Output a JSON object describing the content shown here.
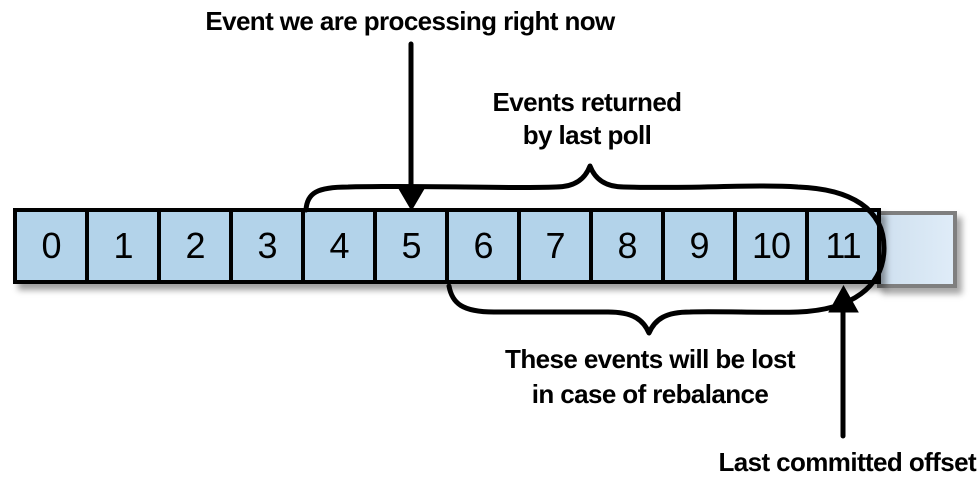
{
  "diagram": {
    "annotations": {
      "processing_event": "Event we are processing right now",
      "poll_events": [
        "Events returned",
        "by last poll"
      ],
      "lost_events": [
        "These events will be lost",
        "in case of rebalance"
      ],
      "last_committed": "Last committed offset"
    },
    "offsets": [
      "0",
      "1",
      "2",
      "3",
      "4",
      "5",
      "6",
      "7",
      "8",
      "9",
      "10",
      "11"
    ],
    "pointers": {
      "processing_arrow_target": "5",
      "committed_arrow_target": "11",
      "poll_brace_range": "4-11",
      "lost_brace_range": "6-11"
    },
    "colors": {
      "cell_fill": "#b3d3ea",
      "cell_border": "#000000",
      "empty_cell_fill_start": "#cfe0ef",
      "empty_cell_fill_end": "#dfecf8",
      "empty_cell_border": "#7f7f7f"
    }
  }
}
